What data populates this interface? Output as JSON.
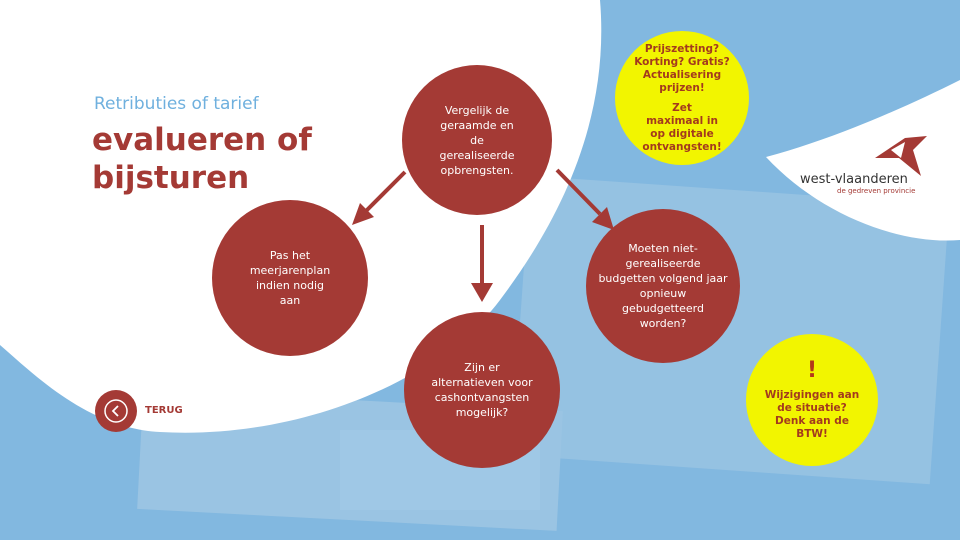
{
  "header": {
    "subtitle": "Retributies of tarief",
    "title_line1": "evalueren of",
    "title_line2": "bijsturen"
  },
  "circles": {
    "top": "Vergelijk de geraamde en de gerealiseerde opbrengsten.",
    "left": "Pas het meerjarenplan indien nodig aan",
    "right": "Moeten niet-gerealiseerde budgetten volgend jaar opnieuw gebudgetteerd worden?",
    "bottom": "Zijn er alternatieven voor cashontvangsten mogelijk?"
  },
  "tips": {
    "pricing_question": "Prijszetting? Korting? Gratis? Actualisering prijzen!",
    "digital_tip": "Zet maximaal in op digitale ontvangsten!",
    "exclamation": "!",
    "btw_tip": "Wijzigingen aan de situatie? Denk aan de BTW!"
  },
  "nav": {
    "back_label": "TERUG"
  },
  "logo": {
    "name": "west-vlaanderen",
    "tagline": "de gedreven provincie"
  },
  "colors": {
    "accent": "#a43a35",
    "background": "#82b8e0",
    "highlight": "#f2f500"
  }
}
